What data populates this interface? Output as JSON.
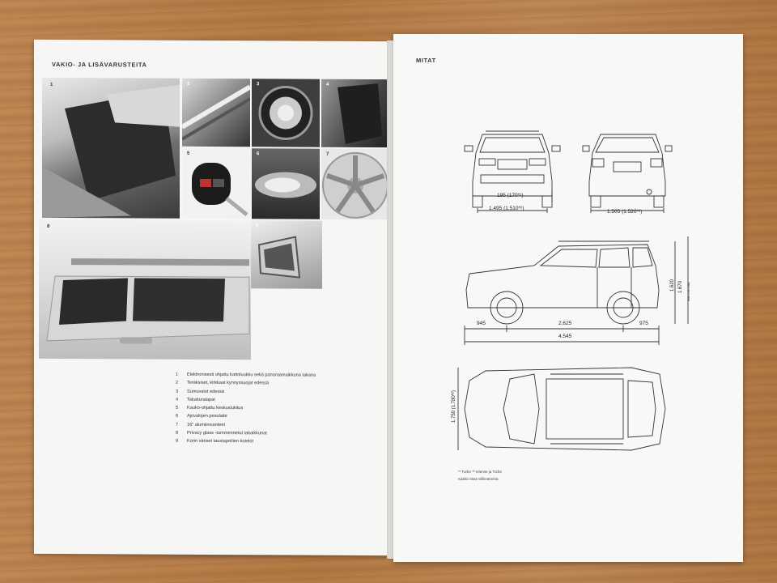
{
  "left_page": {
    "heading": "VAKIO- JA LISÄVARUSTEITA",
    "photo_numbers": [
      "1",
      "2",
      "3",
      "4",
      "5",
      "6",
      "7",
      "8",
      "9"
    ],
    "features": [
      {
        "n": "1",
        "text": "Elektronisesti ohjattu kattoluukku sekä panoraamaikkuna takana"
      },
      {
        "n": "2",
        "text": "Teräksiset, kirkkaat kynnyssuojat edessä"
      },
      {
        "n": "3",
        "text": "Sumuvalot edessä"
      },
      {
        "n": "4",
        "text": "Takakuralapat"
      },
      {
        "n": "5",
        "text": "Kauko-ohjattu keskuslukitus"
      },
      {
        "n": "6",
        "text": "Ajovalojen pesulaite"
      },
      {
        "n": "7",
        "text": "16\" alumiinivanteet"
      },
      {
        "n": "8",
        "text": "Privacy glass -tummennetut takaikkunat"
      },
      {
        "n": "9",
        "text": "Korin väriset taustapeilien kotelot"
      }
    ]
  },
  "right_page": {
    "heading": "MITAT",
    "front_dims": {
      "track_front": "1.495 (1.510*²)",
      "ground": "195 (170*¹)"
    },
    "rear_dims": {
      "track_rear": "1.505 (1.520*²)"
    },
    "side_dims": {
      "front_overhang": "945",
      "wheelbase": "2.625",
      "rear_overhang": "975",
      "length": "4.545",
      "height": "1.620",
      "height_rails": "1.670",
      "rails_note": "with roof rails"
    },
    "top_dims": {
      "width": "1.750 (1.780*²)"
    },
    "footnotes": {
      "line1": "*¹ Turbo     *² Intense ja Turbo",
      "line2": "Kaikki mitat millimetreinä"
    }
  }
}
